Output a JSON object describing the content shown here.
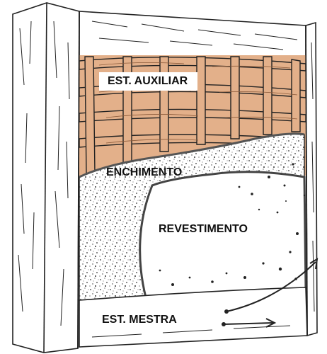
{
  "diagram": {
    "labels": {
      "auxiliary_structure": "EST. AUXILIAR",
      "filling": "ENCHIMENTO",
      "coating": "REVESTIMENTO",
      "master_structure": "EST. MESTRA"
    },
    "colors": {
      "wattle": "#e3b08a",
      "line": "#222222",
      "paper": "#ffffff"
    }
  }
}
